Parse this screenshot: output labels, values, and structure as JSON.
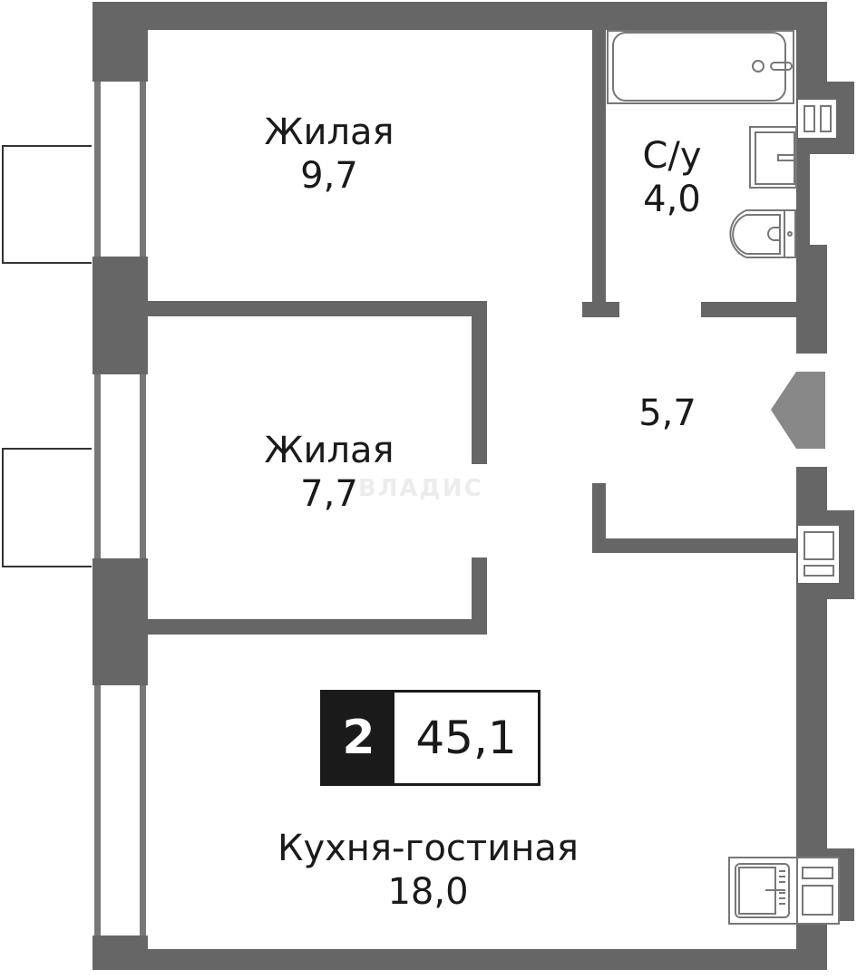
{
  "plan": {
    "wall_color": "#666666",
    "entrance_color": "#888888",
    "fixture_stroke": "#777777"
  },
  "rooms": [
    {
      "name": "Жилая",
      "area": "9,7"
    },
    {
      "name": "Жилая",
      "area": "7,7"
    },
    {
      "name": "С/у",
      "area": "4,0"
    },
    {
      "name": "",
      "area": "5,7"
    },
    {
      "name": "Кухня-гостиная",
      "area": "18,0"
    }
  ],
  "badge": {
    "rooms": "2",
    "total_area": "45,1"
  },
  "watermark": "ВЛАДИС"
}
